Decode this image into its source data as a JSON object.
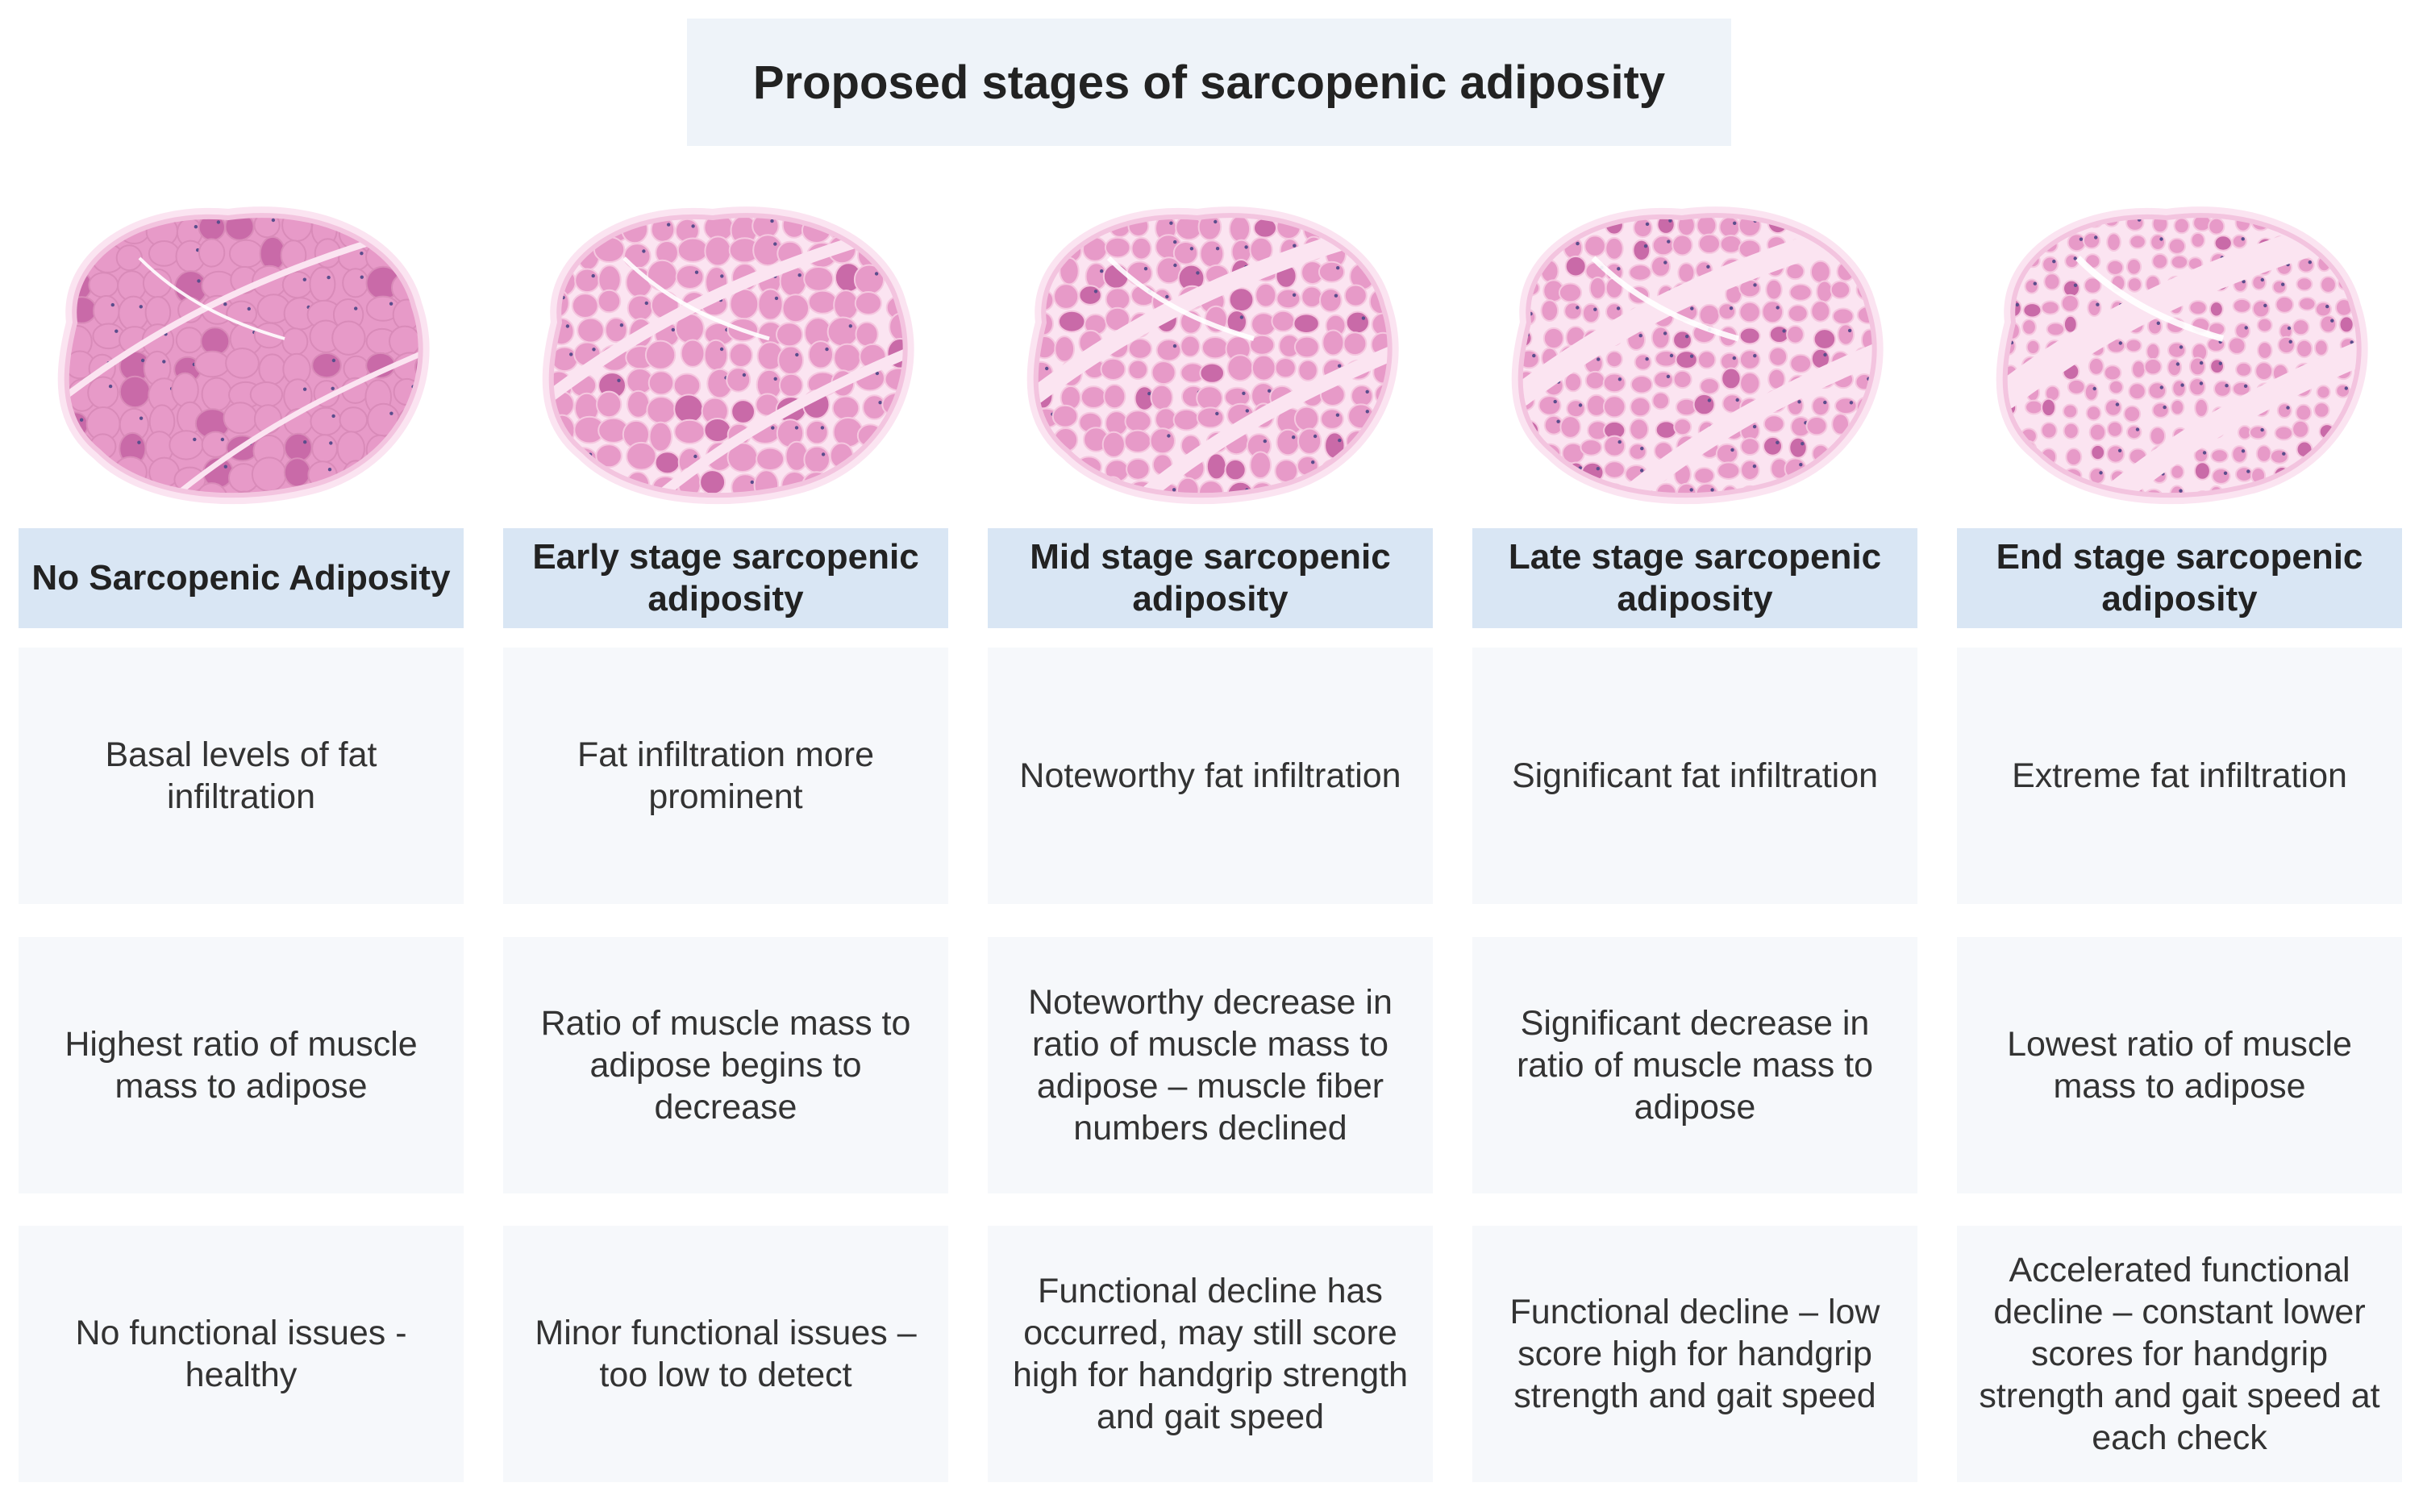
{
  "title": "Proposed stages of sarcopenic adiposity",
  "colors": {
    "title_bg": "#eef3f9",
    "header_bg": "#d9e6f4",
    "cell_bg": "#f6f8fb",
    "muscle_pink": "#e79ac8",
    "fiber_dark": "#c96aa8",
    "fat_light": "#fbe4f1"
  },
  "stages": [
    {
      "header": "No Sarcopenic Adiposity",
      "fat": "Basal levels of fat infiltration",
      "ratio": "Highest ratio of muscle mass to adipose",
      "function": "No functional issues - healthy",
      "fat_infiltration_level": 0
    },
    {
      "header": "Early stage sarcopenic adiposity",
      "fat": "Fat infiltration more prominent",
      "ratio": "Ratio of muscle mass to adipose begins to decrease",
      "function": "Minor functional issues – too low to detect",
      "fat_infiltration_level": 1
    },
    {
      "header": "Mid stage sarcopenic adiposity",
      "fat": "Noteworthy fat infiltration",
      "ratio": "Noteworthy decrease in ratio of muscle mass to adipose – muscle fiber numbers declined",
      "function": "Functional decline has occurred, may still score high for handgrip strength and gait speed",
      "fat_infiltration_level": 2
    },
    {
      "header": "Late stage sarcopenic adiposity",
      "fat": "Significant fat infiltration",
      "ratio": "Significant decrease in ratio of muscle mass to adipose",
      "function": "Functional decline – low score high for handgrip strength and gait speed",
      "fat_infiltration_level": 3
    },
    {
      "header": "End stage sarcopenic adiposity",
      "fat": "Extreme fat infiltration",
      "ratio": "Lowest ratio of muscle mass to adipose",
      "function": "Accelerated functional decline – constant lower scores for handgrip strength and gait speed at each check",
      "fat_infiltration_level": 4
    }
  ]
}
